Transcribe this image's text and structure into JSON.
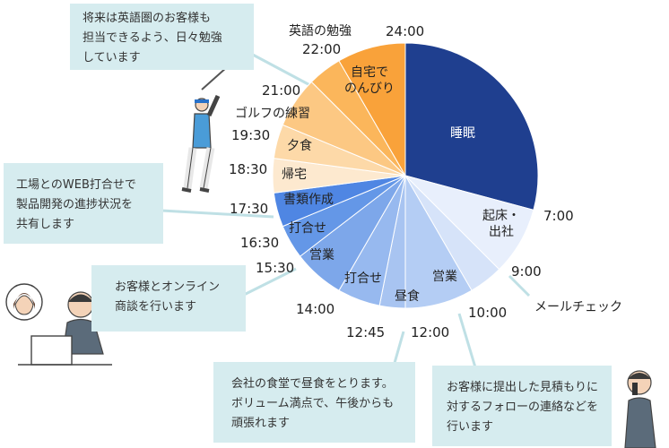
{
  "chart_data": {
    "type": "pie",
    "unit": "hours",
    "segments": [
      {
        "start": "0:00",
        "end": "7:00",
        "label": "睡眠",
        "hours": 7,
        "color": "#1f3f8f",
        "text": "light"
      },
      {
        "start": "7:00",
        "end": "9:00",
        "label": "起床・\n出社",
        "hours": 2,
        "color": "#e8effc",
        "text": "dark"
      },
      {
        "start": "9:00",
        "end": "10:00",
        "label": "",
        "hours": 1,
        "color": "#d6e3f9",
        "text": "dark"
      },
      {
        "start": "10:00",
        "end": "12:00",
        "label": "営業",
        "hours": 2,
        "color": "#b4cdf4",
        "text": "dark"
      },
      {
        "start": "12:00",
        "end": "12:45",
        "label": "昼食",
        "hours": 0.75,
        "color": "#a8c4f1",
        "text": "dark"
      },
      {
        "start": "12:45",
        "end": "14:00",
        "label": "打合せ",
        "hours": 1.25,
        "color": "#97b9ef",
        "text": "dark"
      },
      {
        "start": "14:00",
        "end": "15:30",
        "label": "営業",
        "hours": 1.5,
        "color": "#7da7ea",
        "text": "dark"
      },
      {
        "start": "15:30",
        "end": "16:30",
        "label": "打合せ",
        "hours": 1,
        "color": "#6497e7",
        "text": "dark"
      },
      {
        "start": "16:30",
        "end": "17:30",
        "label": "書類作成",
        "hours": 1,
        "color": "#4f86e3",
        "text": "dark"
      },
      {
        "start": "17:30",
        "end": "18:30",
        "label": "帰宅",
        "hours": 1,
        "color": "#fde9cf",
        "text": "dark"
      },
      {
        "start": "18:30",
        "end": "19:30",
        "label": "夕食",
        "hours": 1,
        "color": "#fdd9a8",
        "text": "dark"
      },
      {
        "start": "19:30",
        "end": "21:00",
        "label": "ゴルフの練習",
        "hours": 1.5,
        "color": "#fcc883",
        "text": "dark"
      },
      {
        "start": "21:00",
        "end": "22:00",
        "label": "英語の勉強",
        "hours": 1,
        "color": "#fbb65b",
        "text": "dark"
      },
      {
        "start": "22:00",
        "end": "24:00",
        "label": "自宅で\nのんびり",
        "hours": 2,
        "color": "#f9a23a",
        "text": "dark"
      }
    ],
    "time_labels": [
      "24:00",
      "22:00",
      "21:00",
      "19:30",
      "18:30",
      "17:30",
      "16:30",
      "15:30",
      "14:00",
      "12:45",
      "12:00",
      "10:00",
      "9:00",
      "7:00"
    ],
    "outside_labels": {
      "mail_check": "メールチェック",
      "golf": "ゴルフの練習",
      "english": "英語の勉強"
    }
  },
  "callouts": {
    "english": "将来は英語圏のお客様も\n担当できるよう、日々勉強\nしています",
    "web_meeting": "工場とのWEB打合せで\n製品開発の進捗状況を\n共有します",
    "online": "お客様とオンライン\n商談を行います",
    "lunch": "会社の食堂で昼食をとります。\nボリューム満点で、午後からも\n頑張れます",
    "followup": "お客様に提出した見積もりに\n対するフォローの連絡などを\n行います"
  },
  "colors": {
    "callout_bg": "#d6ecef",
    "line": "#bfe0e5"
  }
}
